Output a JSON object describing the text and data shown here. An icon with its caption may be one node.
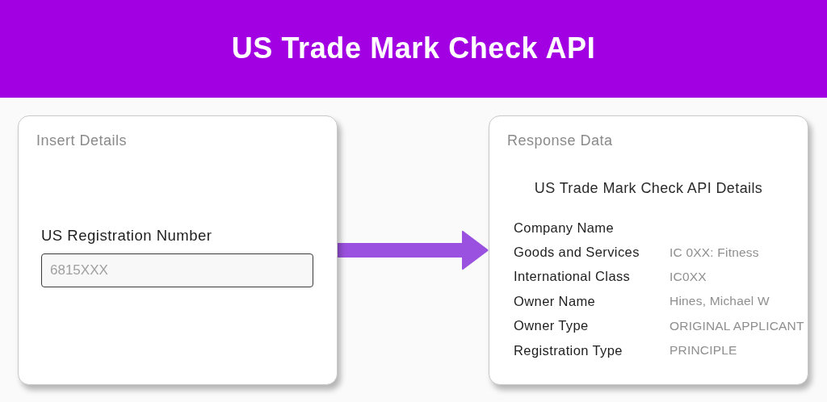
{
  "diagram": {
    "title": "US Trade Mark Check API",
    "nodes": [
      {
        "text": [
          "Insert Details",
          "US Registration Number"
        ]
      },
      {
        "text": [
          "6815XXX"
        ],
        "in": 0
      },
      {
        "text": [
          "Response Data",
          "US Trade Mark Check API Details",
          "Company Name",
          "Goods and Services",
          "IC 0XX: Fitness",
          "International Class",
          "IC0XX",
          "Owner Name",
          "Hines, Michael W",
          "Owner Type",
          "ORIGINAL APPLICANT",
          "Registration Type",
          "PRINCIPLE"
        ]
      }
    ],
    "edges": [
      {
        "from": 0,
        "to": 2,
        "arrow": "to"
      }
    ]
  }
}
